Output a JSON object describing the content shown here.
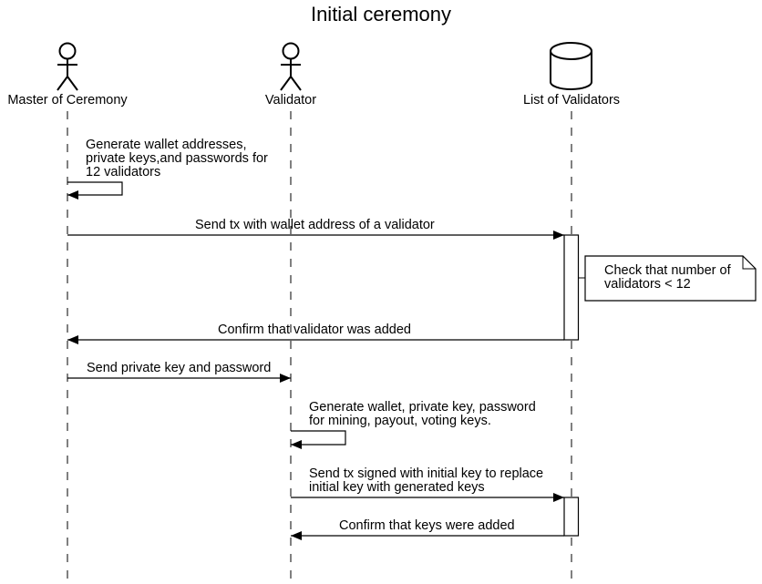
{
  "title": "Initial ceremony",
  "participants": [
    {
      "id": "moc",
      "label": "Master of Ceremony",
      "shape": "actor-icon"
    },
    {
      "id": "val",
      "label": "Validator",
      "shape": "actor-icon"
    },
    {
      "id": "lov",
      "label": "List of Validators",
      "shape": "database-icon"
    }
  ],
  "messages": [
    {
      "from": "moc",
      "to": "moc",
      "type": "self",
      "lines": [
        "Generate wallet addresses,",
        "private keys,and passwords for",
        "12 validators"
      ]
    },
    {
      "from": "moc",
      "to": "lov",
      "type": "sync",
      "lines": [
        "Send tx with wallet address of a validator"
      ]
    },
    {
      "from": "lov",
      "to": "moc",
      "type": "reply",
      "lines": [
        "Confirm that validator was added"
      ]
    },
    {
      "from": "moc",
      "to": "val",
      "type": "sync",
      "lines": [
        "Send private key and password"
      ]
    },
    {
      "from": "val",
      "to": "val",
      "type": "self",
      "lines": [
        "Generate wallet, private key, password",
        "for mining, payout, voting keys."
      ]
    },
    {
      "from": "val",
      "to": "lov",
      "type": "sync",
      "lines": [
        "Send tx signed with initial key to replace",
        "initial key with generated keys"
      ]
    },
    {
      "from": "lov",
      "to": "val",
      "type": "reply",
      "lines": [
        "Confirm that keys were added"
      ]
    }
  ],
  "notes": [
    {
      "attached_to": "lov",
      "lines": [
        "Check that number of",
        "validators < 12"
      ]
    }
  ],
  "text": {
    "m0": "Generate wallet addresses,\nprivate keys,and passwords for\n12 validators",
    "m1": "Send tx with wallet address of a validator",
    "m2": "Confirm that validator was added",
    "m3": "Send private key and password",
    "m4": "Generate wallet, private key, password\nfor mining, payout, voting keys.",
    "m5": "Send tx signed with initial key to replace\ninitial key with generated keys",
    "m6": "Confirm that keys were added",
    "n0": "Check that number of\nvalidators < 12"
  }
}
